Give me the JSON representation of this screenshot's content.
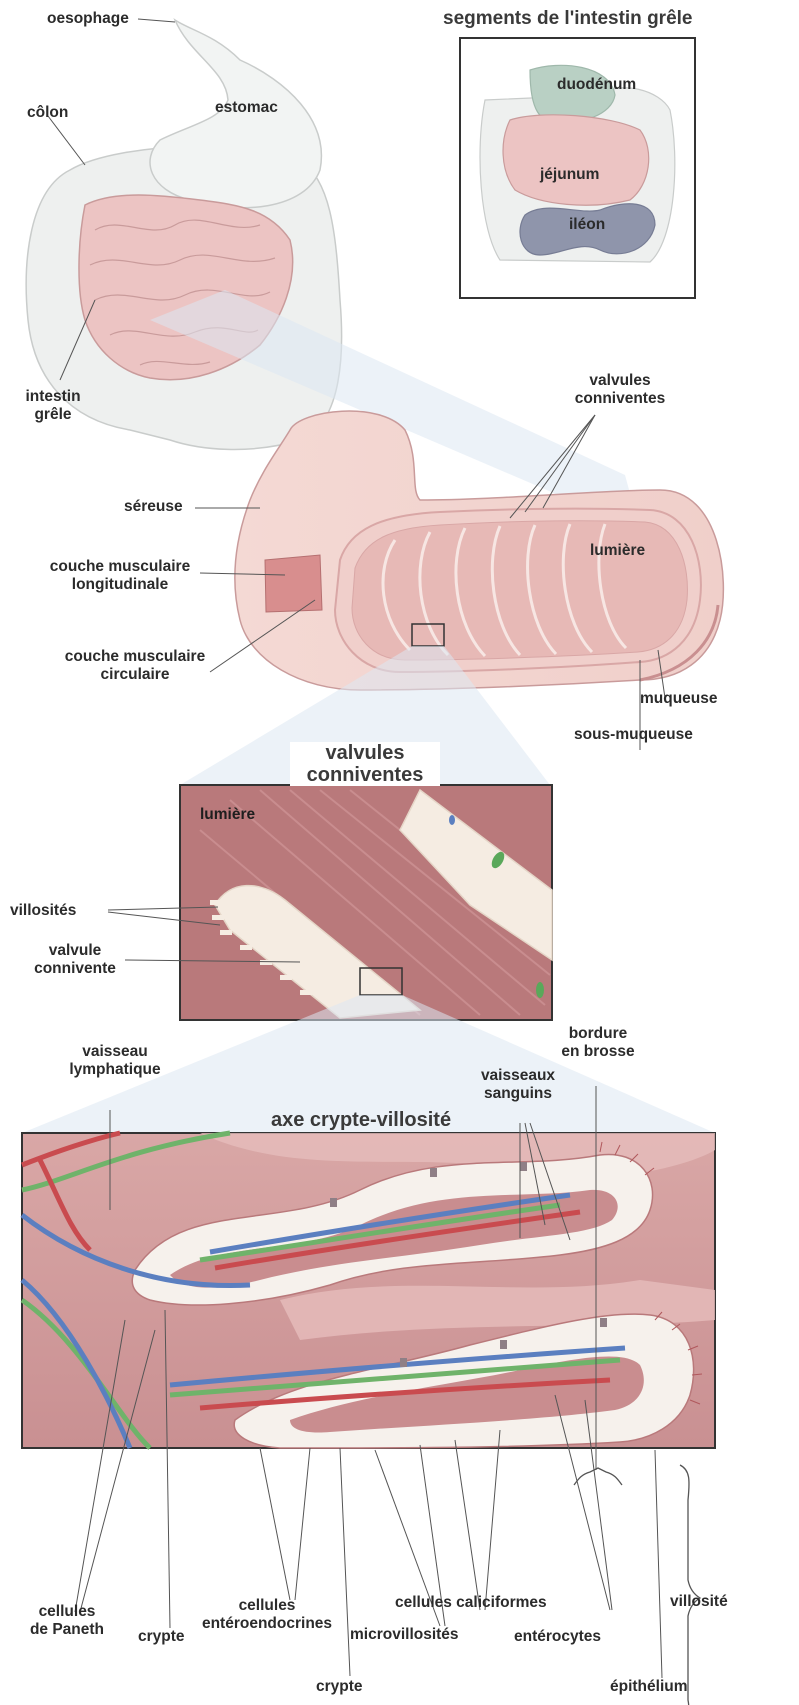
{
  "labels": {
    "oesophage": "oesophage",
    "colon": "côlon",
    "estomac": "estomac",
    "intestin_grele": [
      "intestin",
      "grêle"
    ],
    "segments_title": "segments de l'intestin grêle",
    "duodenum": "duodénum",
    "jejunum": "jéjunum",
    "ileon": "iléon",
    "valvules_top": [
      "valvules",
      "conniventes"
    ],
    "sereuse": "séreuse",
    "couche_longitudinale": [
      "couche musculaire",
      "longitudinale"
    ],
    "couche_circulaire": [
      "couche musculaire",
      "circulaire"
    ],
    "lumiere_top": "lumière",
    "muqueuse": "muqueuse",
    "sous_muqueuse": "sous-muqueuse",
    "valvules_mid_title": [
      "valvules",
      "conniventes"
    ],
    "lumiere_mid": "lumière",
    "villosites": "villosités",
    "valvule_connivente": [
      "valvule",
      "connivente"
    ],
    "vaisseau_lymphatique": [
      "vaisseau",
      "lymphatique"
    ],
    "bordure_brosse": [
      "bordure",
      "en brosse"
    ],
    "vaisseaux_sanguins": [
      "vaisseaux",
      "sanguins"
    ],
    "axe_title": "axe crypte-villosité",
    "cellules_paneth": [
      "cellules",
      "de Paneth"
    ],
    "crypte_left": "crypte",
    "cellules_entero": [
      "cellules",
      "entéroendocrines"
    ],
    "cellules_caliciformes": "cellules caliciformes",
    "microvillosites": "microvillosités",
    "enterocytes": "entérocytes",
    "villosite": "villosité",
    "crypte_bottom": "crypte",
    "epithelium": "épithélium"
  },
  "colors": {
    "intestine_pink": "#e8bfbe",
    "tissue_dark": "#c48a8c",
    "lumen_pink": "#b77678",
    "vein_blue": "#5b7fc0",
    "artery_red": "#c94b4f",
    "lymph_green": "#6fb36a",
    "organ_grey": "#eef0ef",
    "leader": "#555555"
  }
}
